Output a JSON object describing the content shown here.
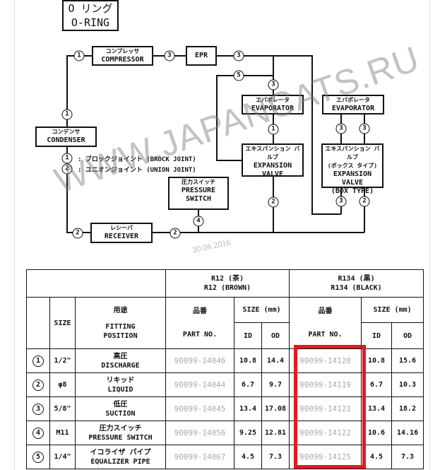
{
  "title": {
    "jp": "O リング",
    "en": "O-RING"
  },
  "diagram": {
    "compressor": {
      "jp": "コンプレッサ",
      "en": "COMPRESSOR"
    },
    "epr": "EPR",
    "condenser": {
      "jp": "コンデンサ",
      "en": "CONDENSER"
    },
    "evaporator": {
      "jp": "エバポレータ",
      "en": "EVAPORATOR"
    },
    "evaporator2": {
      "jp": "エバポレータ",
      "en": "EVAPORATOR"
    },
    "expansion_valve": {
      "jp": "エキスパンション バルブ",
      "en1": "EXPANSION",
      "en2": "VALVE"
    },
    "expansion_valve_box": {
      "jp1": "エキスパンション バルブ",
      "jp2": "(ボックス タイプ)",
      "en1": "EXPANSION",
      "en2": "VALVE",
      "en3": "(BOX TYPE)"
    },
    "pressure_switch": {
      "jp": "圧力スイッチ",
      "en1": "PRESSURE",
      "en2": "SWITCH"
    },
    "receiver": {
      "jp": "レシーバ",
      "en": "RECEIVER"
    },
    "legend": [
      {
        "num": "1",
        "text": ": ブロックジョイント (BROCK JOINT)"
      },
      {
        "num": "2",
        "text": ": ユニオンジョイント (UNION JOINT)"
      }
    ],
    "joints": [
      "1",
      "3",
      "3",
      "5",
      "3",
      "1",
      "1",
      "2",
      "2",
      "2",
      "4",
      "2",
      "3",
      "3",
      "3",
      "2"
    ]
  },
  "watermark": "WWW.JAPANCATS.RU",
  "date": "30.06.2016",
  "table": {
    "r12_header": {
      "jp": "R12 (茶)",
      "en": "R12 (BROWN)"
    },
    "r134_header": {
      "jp": "R134 (黒)",
      "en": "R134 (BLACK)"
    },
    "size": "SIZE",
    "fitting_jp": "用途",
    "fitting_en1": "FITTING",
    "fitting_en2": "POSITION",
    "part_jp": "品番",
    "part_en": "PART NO.",
    "size_mm": "SIZE (mm)",
    "id": "ID",
    "od": "OD",
    "rows": [
      {
        "num": "1",
        "size": "1/2\"",
        "jp": "高圧",
        "en": "DISCHARGE",
        "r12_part": "90099-14046",
        "r12_id": "10.8",
        "r12_od": "14.4",
        "r134_part": "90099-14120",
        "r134_id": "10.8",
        "r134_od": "15.6"
      },
      {
        "num": "2",
        "size": "φ8",
        "jp": "リキッド",
        "en": "LIQUID",
        "r12_part": "90099-14044",
        "r12_id": "6.7",
        "r12_od": "9.7",
        "r134_part": "90099-14119",
        "r134_id": "6.7",
        "r134_od": "10.3"
      },
      {
        "num": "3",
        "size": "5/8\"",
        "jp": "低圧",
        "en": "SUCTION",
        "r12_part": "90099-14045",
        "r12_id": "13.4",
        "r12_od": "17.08",
        "r134_part": "90099-14121",
        "r134_id": "13.4",
        "r134_od": "18.2"
      },
      {
        "num": "4",
        "size": "M11",
        "jp": "圧力スイッチ",
        "en": "PRESSURE SWITCH",
        "r12_part": "90099-14056",
        "r12_id": "9.25",
        "r12_od": "12.81",
        "r134_part": "90099-14122",
        "r134_id": "10.6",
        "r134_od": "14.16"
      },
      {
        "num": "5",
        "size": "1/4\"",
        "jp": "イコライザ パイプ",
        "en": "EQUALIZER PIPE",
        "r12_part": "90099-14067",
        "r12_id": "4.5",
        "r12_od": "7.3",
        "r134_part": "90099-14125",
        "r134_id": "4.5",
        "r134_od": "7.3"
      }
    ]
  },
  "highlight_color": "#e01b24"
}
